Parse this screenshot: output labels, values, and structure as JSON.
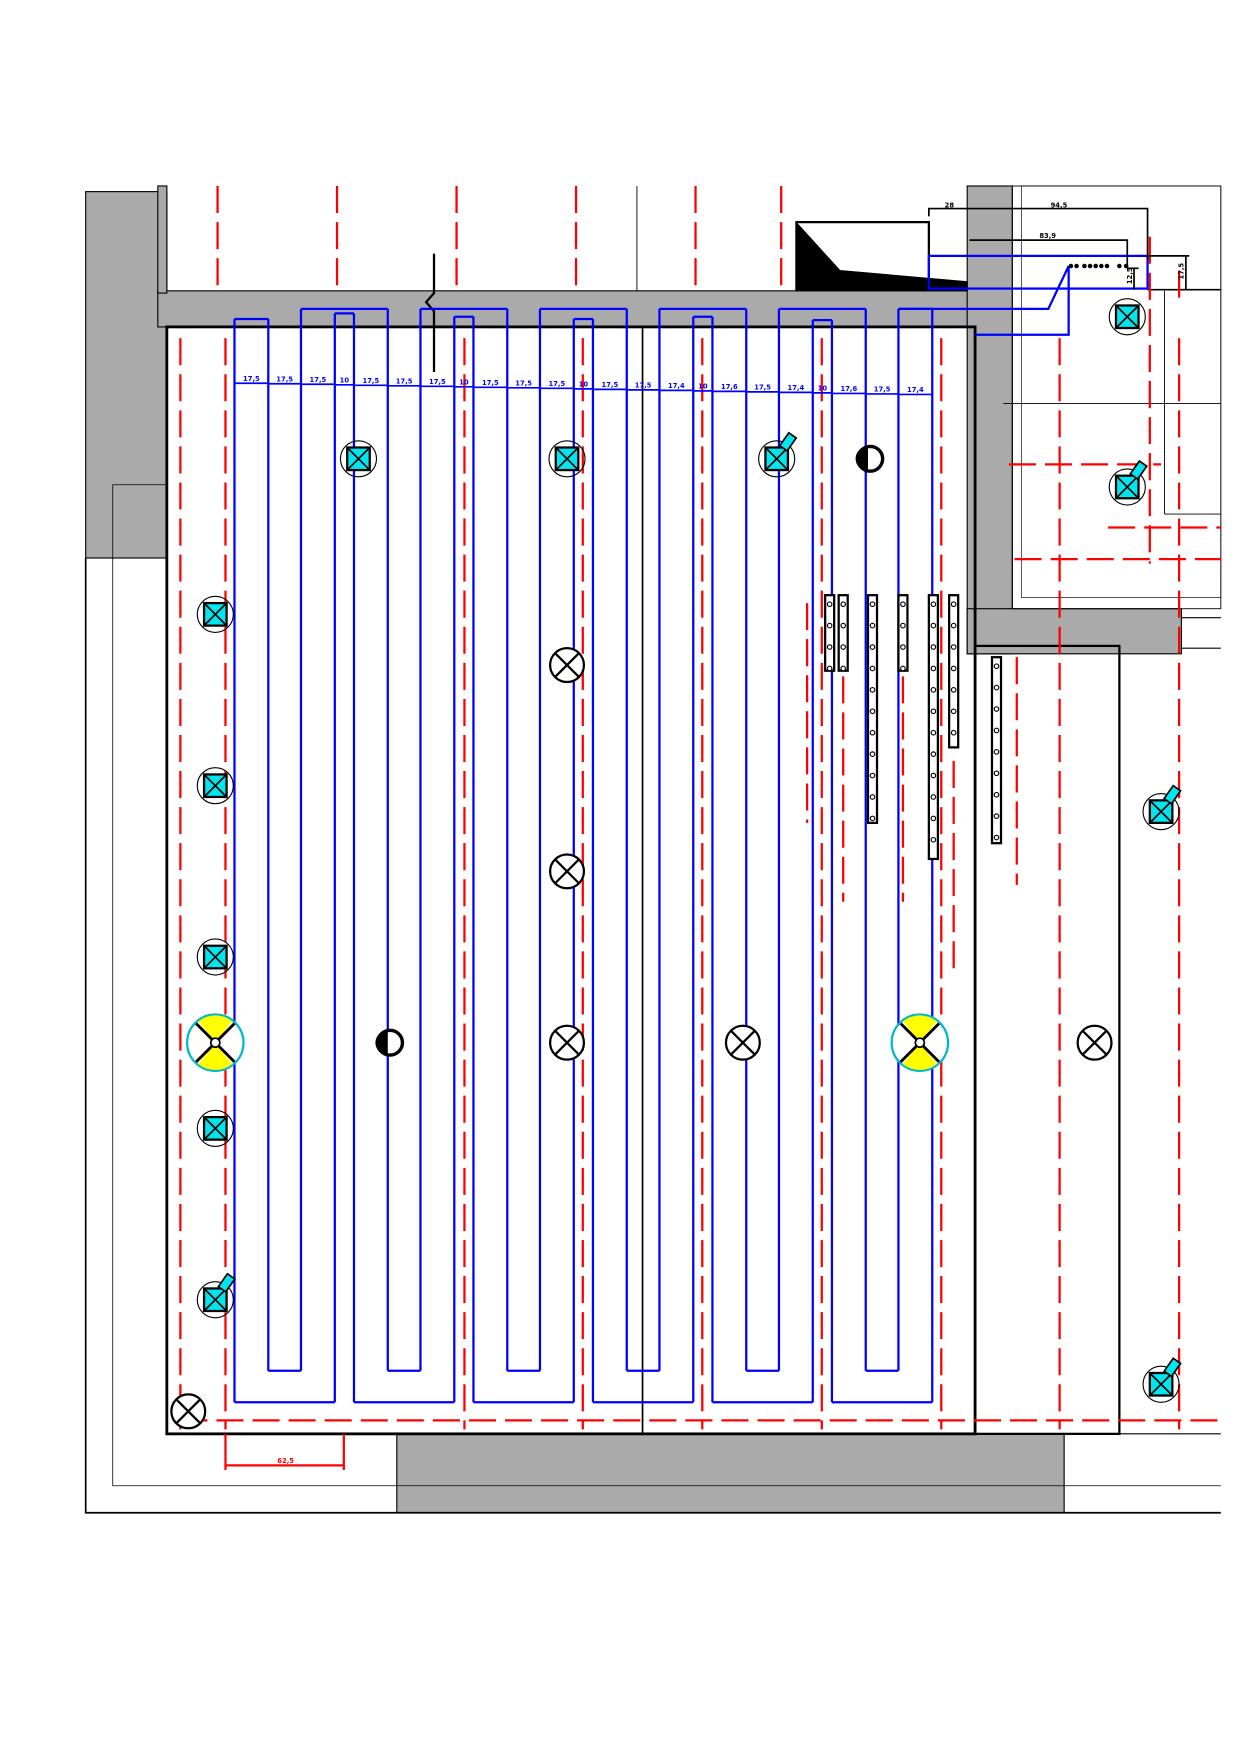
{
  "drawing": {
    "colors": {
      "pipe": "#0000ff",
      "axis": "#ff0000",
      "wall": "#aaaaaa",
      "fixture_box": "#00e5ee",
      "fixture_lamp": "#ffff00"
    },
    "pipe_spacing_labels": [
      "17,5",
      "17,5",
      "17,5",
      "10",
      "17,5",
      "17,5",
      "17,5",
      "10",
      "17,5",
      "17,5",
      "17,5",
      "10",
      "17,5",
      "17,5",
      "17,4",
      "10",
      "17,6",
      "17,5",
      "17,4",
      "10",
      "17,6",
      "17,5",
      "17,4"
    ],
    "dimensions": {
      "top_left": "28",
      "top_total": "94,5",
      "top_inner": "83,9",
      "vertical_small": "12,5",
      "vertical_right": "17,5",
      "bottom_axis": "62,5"
    }
  }
}
